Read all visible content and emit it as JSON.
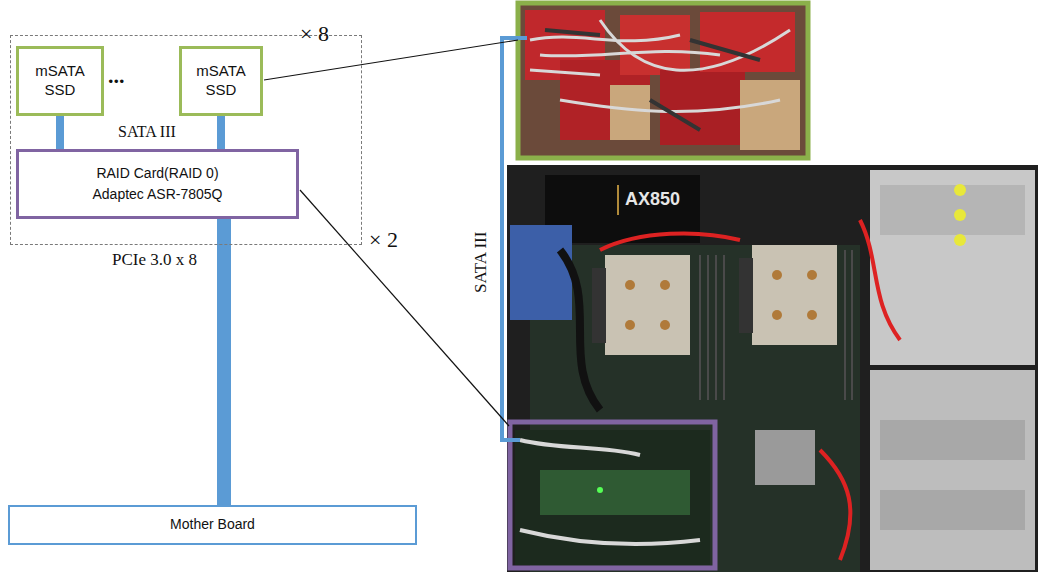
{
  "diagram": {
    "nodes": [
      {
        "text": [
          "× 2"
        ]
      },
      {
        "text": [
          "mSATA SSD"
        ],
        "in": 0
      },
      {
        "text": [
          "mSATA SSD"
        ],
        "in": 0
      },
      {
        "text": [
          "RAID Card(RAID 0)",
          "Adaptec ASR-7805Q"
        ],
        "in": 0
      },
      {
        "text": [
          "Mother Board"
        ]
      }
    ],
    "edges": [
      {
        "from": 1,
        "to": 3,
        "arrow": "none"
      },
      {
        "from": 2,
        "to": 3,
        "arrow": "none"
      },
      {
        "from": 3,
        "to": 4,
        "arrow": "none",
        "label": "PCIe 3.0 x 8"
      }
    ],
    "labels": [
      "× 8",
      "...",
      "SATA III",
      "SATA III",
      "AX850"
    ]
  }
}
